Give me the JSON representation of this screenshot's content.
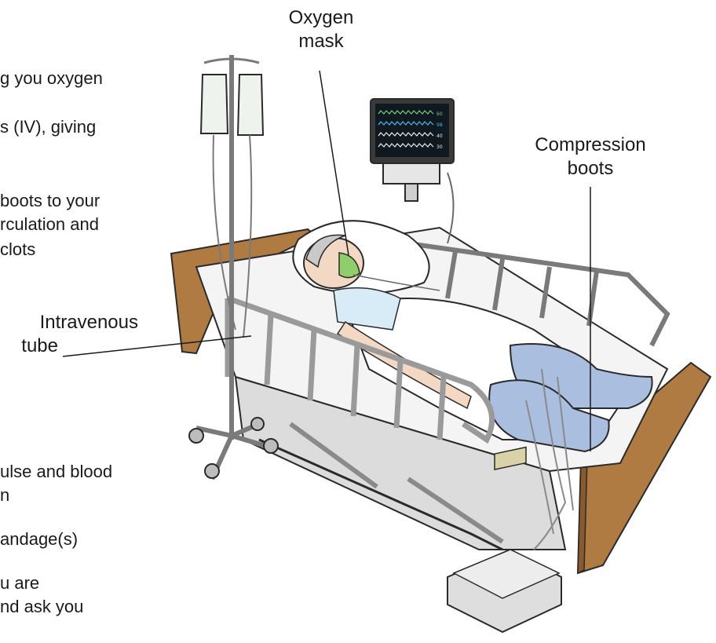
{
  "side_text": [
    "g you oxygen",
    "s (IV), giving",
    "boots to your",
    "rculation and",
    "clots",
    "ulse and blood",
    "n",
    "andage(s)",
    "u are",
    "nd ask you"
  ],
  "labels": {
    "oxygen_mask": [
      "Oxygen",
      "mask"
    ],
    "compression_boots": [
      "Compression",
      "boots"
    ],
    "intravenous_tube": [
      "Intravenous",
      "tube"
    ]
  },
  "monitor": {
    "readings": [
      "60",
      "98",
      "40",
      "30"
    ],
    "trace_colors": [
      "#7bd07b",
      "#4ab8f0",
      "#f0f0f0",
      "#f0f0f0"
    ]
  },
  "colors": {
    "headboard": "#b07a43",
    "boots": "#aabfe0",
    "frame": "#cfcfcf",
    "mask": "#8fce6a"
  }
}
